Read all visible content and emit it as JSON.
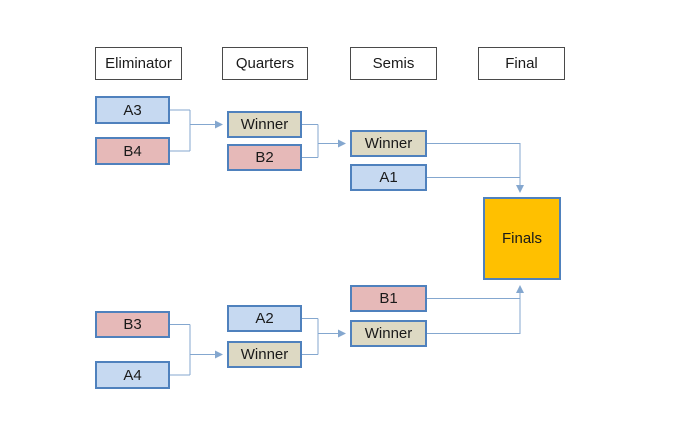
{
  "diagram": {
    "type": "tournament-bracket",
    "columns": {
      "eliminator": "Eliminator",
      "quarters": "Quarters",
      "semis": "Semis",
      "final": "Final"
    },
    "nodes": {
      "a3": "A3",
      "b4": "B4",
      "quarters_winner_top": "Winner",
      "b2": "B2",
      "semis_winner_top": "Winner",
      "a1": "A1",
      "finals": "Finals",
      "b1": "B1",
      "semis_winner_bottom": "Winner",
      "a2": "A2",
      "quarters_winner_bottom": "Winner",
      "b3": "B3",
      "a4": "A4"
    },
    "colors": {
      "team_blue_fill": "#c6d9f1",
      "team_pink_fill": "#e6b9b8",
      "winner_tan_fill": "#ddd9c3",
      "finals_orange_fill": "#ffc000",
      "box_border": "#4f81bd",
      "header_border": "#4a4a4a",
      "connector_line": "#84a7cf"
    }
  }
}
